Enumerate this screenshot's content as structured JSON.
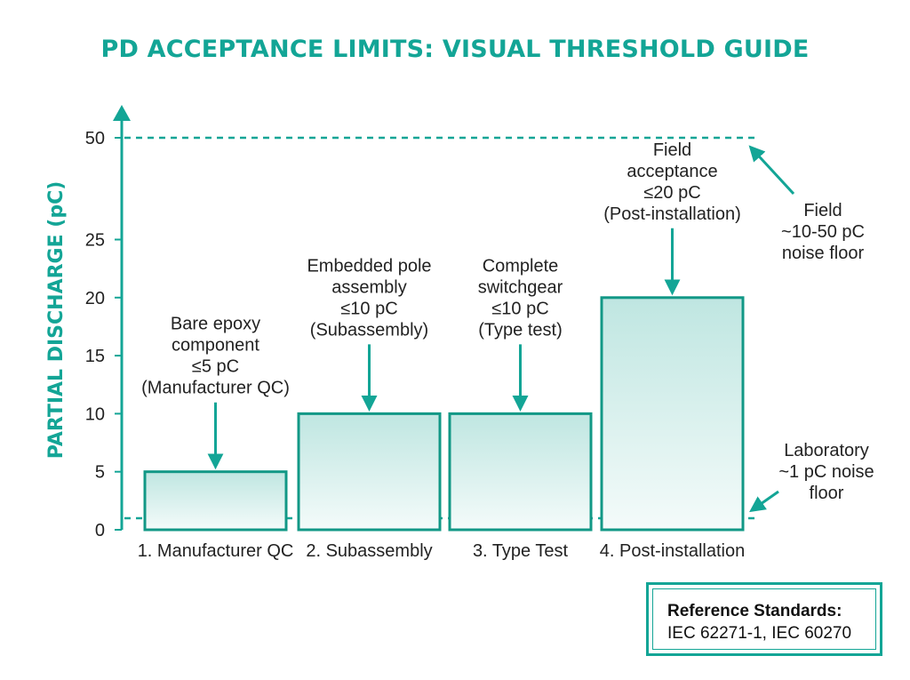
{
  "title": "PD ACCEPTANCE LIMITS: VISUAL THRESHOLD GUIDE",
  "colors": {
    "accent": "#13a596",
    "bar_stroke": "#129886",
    "bar_fill_top": "#bfe6e1",
    "bar_fill_bottom": "#f2faf9",
    "text": "#222222"
  },
  "chart_data": {
    "type": "bar",
    "title": "PD ACCEPTANCE LIMITS: VISUAL THRESHOLD GUIDE",
    "xlabel": "",
    "ylabel": "PARTIAL DISCHARGE (pC)",
    "y_ticks": [
      "0",
      "5",
      "10",
      "15",
      "20",
      "25",
      "50"
    ],
    "y_tick_values": [
      0,
      5,
      10,
      15,
      20,
      25,
      50
    ],
    "y_axis_note": "axis break between 25 and 50",
    "ylim": [
      0,
      50
    ],
    "categories": [
      "1. Manufacturer QC",
      "2. Subassembly",
      "3. Type Test",
      "4. Post-installation"
    ],
    "values": [
      5,
      10,
      10,
      20
    ],
    "bar_annotations": [
      [
        "Bare epoxy",
        "component",
        "≤5 pC",
        "(Manufacturer QC)"
      ],
      [
        "Embedded pole",
        "assembly",
        "≤10 pC",
        "(Subassembly)"
      ],
      [
        "Complete",
        "switchgear",
        "≤10 pC",
        "(Type test)"
      ],
      [
        "Field",
        "acceptance",
        "≤20 pC",
        "(Post-installation)"
      ]
    ],
    "reference_lines": [
      {
        "value": 50,
        "style": "dashed",
        "label": [
          "Field",
          "~10-50 pC",
          "noise floor"
        ]
      },
      {
        "value": 1,
        "style": "dashed",
        "label": [
          "Laboratory",
          "~1 pC noise",
          "floor"
        ]
      }
    ],
    "grid": false,
    "legend": "none"
  },
  "reference": {
    "heading": "Reference Standards:",
    "text": "IEC 62271-1, IEC 60270"
  }
}
